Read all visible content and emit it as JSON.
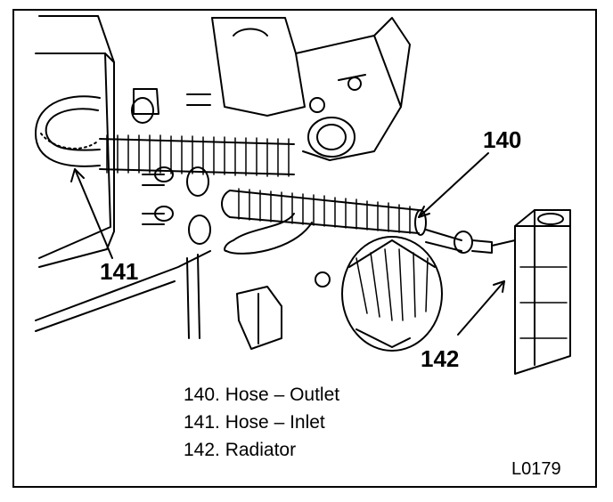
{
  "callouts": {
    "outlet_hose": "140",
    "inlet_hose": "141",
    "radiator": "142"
  },
  "legend": [
    {
      "text": "140. Hose  –  Outlet"
    },
    {
      "text": "141. Hose  –  Inlet"
    },
    {
      "text": "142. Radiator"
    }
  ],
  "figure_code": "L0179",
  "colors": {
    "ink": "#000000",
    "paper": "#ffffff"
  }
}
